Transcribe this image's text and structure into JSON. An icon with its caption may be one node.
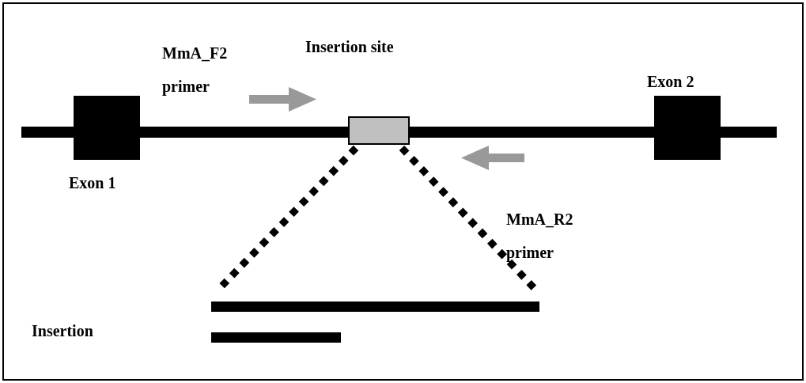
{
  "diagram": {
    "nodes": [
      {
        "text": [
          "Exon 1"
        ]
      },
      {
        "text": [
          "Insertion site"
        ]
      },
      {
        "text": [
          "Exon 2"
        ]
      },
      {
        "text": [],
        "shape": "bar"
      },
      {
        "text": [],
        "shape": "bar"
      },
      {
        "text": [],
        "shape": "bar"
      }
    ],
    "edges": [
      {
        "from": 1,
        "to": 4,
        "arrow": "none",
        "style": "dashed"
      },
      {
        "from": 1,
        "to": 4,
        "arrow": "none",
        "style": "dashed"
      }
    ],
    "labels": [
      "MmA_F2 primer",
      "MmA_R2 primer",
      "Insertion"
    ]
  }
}
